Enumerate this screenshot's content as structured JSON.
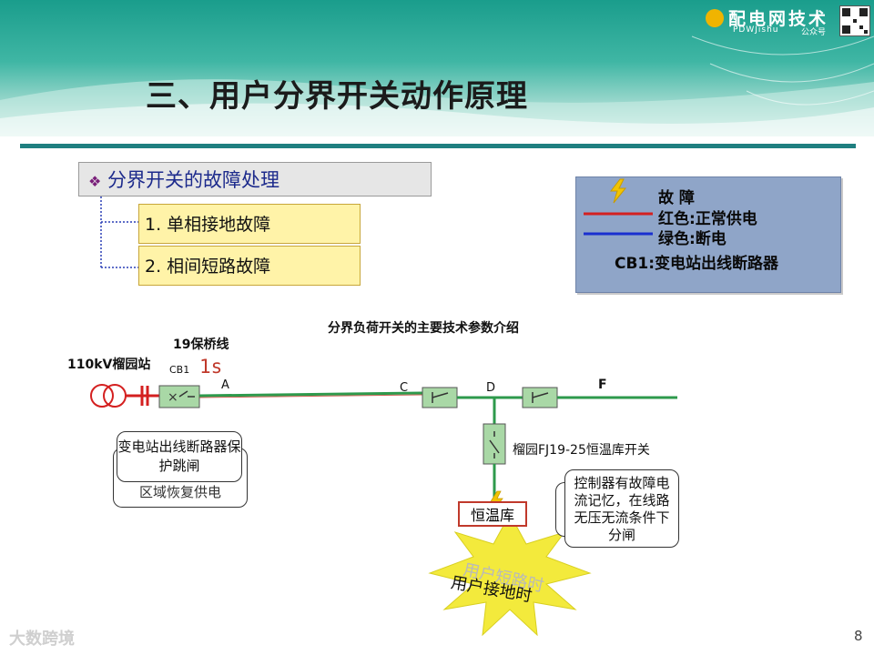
{
  "header": {
    "title": "三、用户分界开关动作原理",
    "logo_text": "配电网技术",
    "logo_sub": "PDWJishu",
    "logo_sub2": "公众号"
  },
  "outline": {
    "heading_bullet": "❖",
    "heading": "分界开关的故障处理",
    "items": [
      "1. 单相接地故障",
      "2. 相间短路故障"
    ]
  },
  "legend": {
    "fault": "故 障",
    "red": "红色:正常供电",
    "green": "绿色:断电",
    "cb1": "CB1:变电站出线断路器",
    "colors": {
      "fault": "#f2c400",
      "red": "#d42020",
      "blue": "#1a2fd0"
    }
  },
  "diagram": {
    "heading": "分界负荷开关的主要技术参数介绍",
    "station": "110kV榴园站",
    "feeder": "19保桥线",
    "cb_label": "CB1",
    "timer": "1s",
    "point_a": "A",
    "point_c": "C",
    "point_d": "D",
    "point_f": "F",
    "branch_switch": "榴园FJ19-25恒温库开关",
    "load": "恒温库",
    "callout_left_front": "变电站出线断路器保护跳闸",
    "callout_left_back": "区域恢复供电",
    "callout_right": "控制器有故障电流记忆，在线路无压无流条件下分闸",
    "burst_back": "用户短路时",
    "burst_front": "用户接地时",
    "colors": {
      "line_green": "#2e9a4c",
      "line_red": "#c0392b",
      "switch_fill": "#a9d8a6",
      "burst": "#f3ea3c"
    }
  },
  "footer": {
    "page": "8",
    "watermark": "大数跨境"
  }
}
